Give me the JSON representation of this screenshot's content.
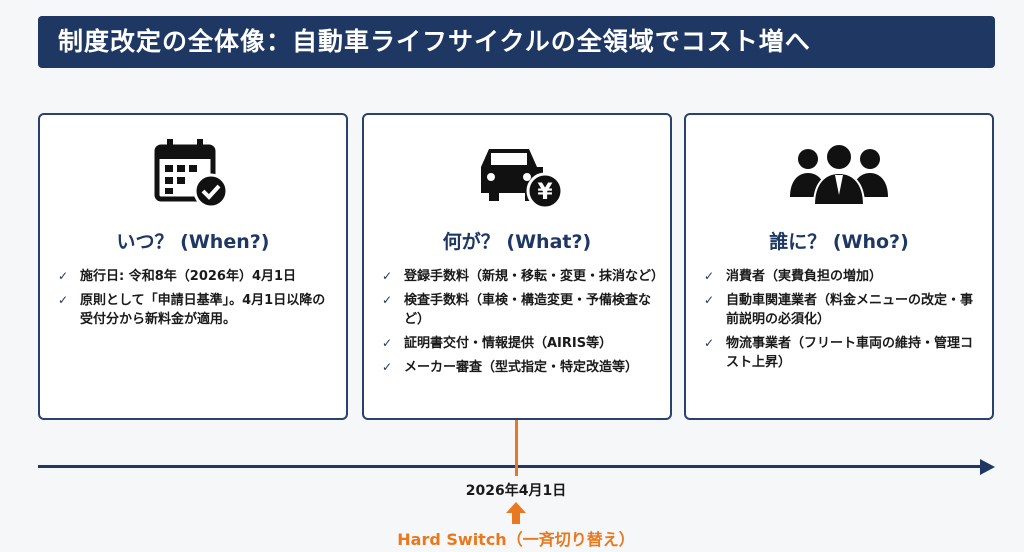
{
  "title": "制度改定の全体像：自動車ライフサイクルの全領域でコスト増へ",
  "cards": [
    {
      "heading": "いつ？ (When?)",
      "icon": "calendar-check-icon",
      "items": [
        "施行日: 令和8年（2026年）4月1日",
        "原則として「申請日基準」。4月1日以降の受付分から新料金が適用。"
      ]
    },
    {
      "heading": "何が？ (What?)",
      "icon": "car-yen-icon",
      "items": [
        "登録手数料（新規・移転・変更・抹消など）",
        "検査手数料（車検・構造変更・予備検査など）",
        "証明書交付・情報提供（AIRIS等）",
        "メーカー審査（型式指定・特定改造等）"
      ]
    },
    {
      "heading": "誰に？ (Who?)",
      "icon": "people-group-icon",
      "items": [
        "消費者（実費負担の増加）",
        "自動車関連業者（料金メニューの改定・事前説明の必須化）",
        "物流事業者（フリート車両の維持・管理コスト上昇）"
      ]
    }
  ],
  "timeline": {
    "date": "2026年4月1日",
    "label": "Hard Switch（一斉切り替え）"
  },
  "colors": {
    "navy": "#1f3763",
    "orange": "#e8791f"
  },
  "check": "✓"
}
